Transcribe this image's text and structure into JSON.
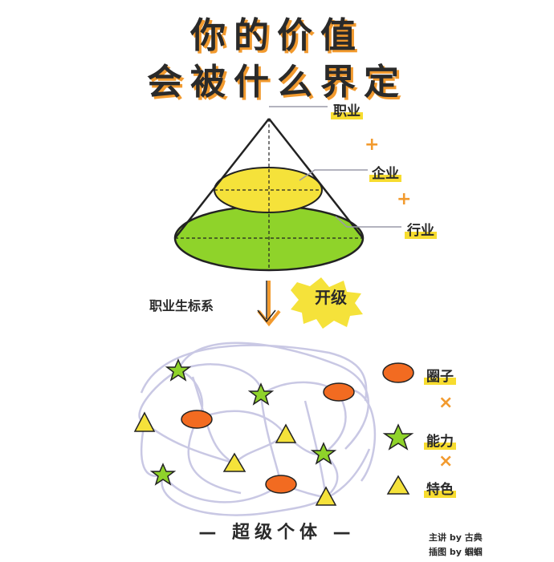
{
  "title": {
    "line1": "你的价值",
    "line2": "会被什么界定"
  },
  "cone": {
    "labels": [
      "职业",
      "企业",
      "行业"
    ],
    "plus": "+"
  },
  "arrow": {
    "left_label": "职业生标系",
    "right_label": "开级"
  },
  "legend": {
    "items": [
      {
        "shape": "orange-ellipse",
        "label": "圈子"
      },
      {
        "shape": "green-star",
        "label": "能力"
      },
      {
        "shape": "yellow-triangle",
        "label": "特色"
      }
    ],
    "times": "×"
  },
  "bottom_title": "— 超级个体 —",
  "credits": {
    "line1": "主讲 by 古典",
    "line2": "插图 by 蝈蝈"
  },
  "colors": {
    "yellow": "#f5e23a",
    "green": "#8fd32a",
    "orange": "#f26b21",
    "title_shadow": "#f29a2e",
    "web_lines": "#c9c8e4"
  }
}
